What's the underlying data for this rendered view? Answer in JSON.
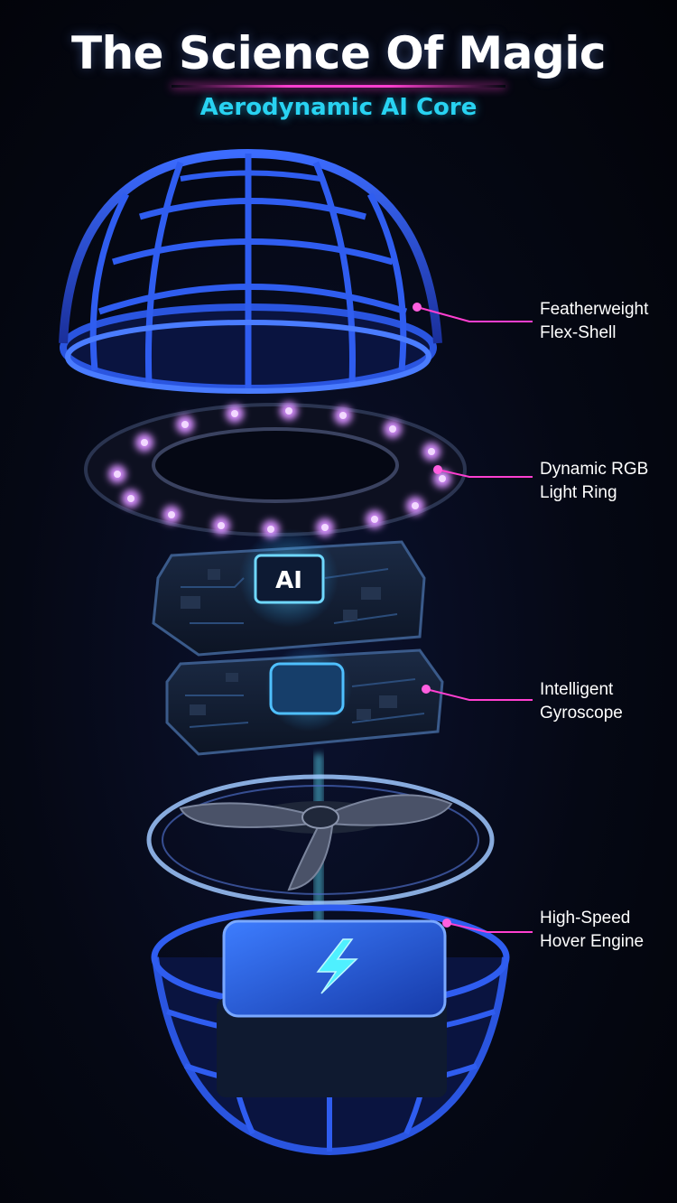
{
  "header": {
    "title": "The Science Of Magic",
    "subtitle": "Aerodynamic AI Core"
  },
  "chip_label": "AI",
  "callouts": [
    {
      "line1": "Featherweight",
      "line2": "Flex-Shell"
    },
    {
      "line1": "Dynamic RGB",
      "line2": "Light Ring"
    },
    {
      "line1": "Intelligent",
      "line2": "Gyroscope"
    },
    {
      "line1": "High-Speed",
      "line2": "Hover Engine"
    }
  ],
  "colors": {
    "background": "#050814",
    "shell_blue": "#2a55e0",
    "accent_cyan": "#28d3f2",
    "accent_magenta": "#ff3fd0",
    "led_purple": "#c070ff"
  },
  "icons": [
    "lightning-bolt-icon",
    "ai-chip-icon"
  ]
}
